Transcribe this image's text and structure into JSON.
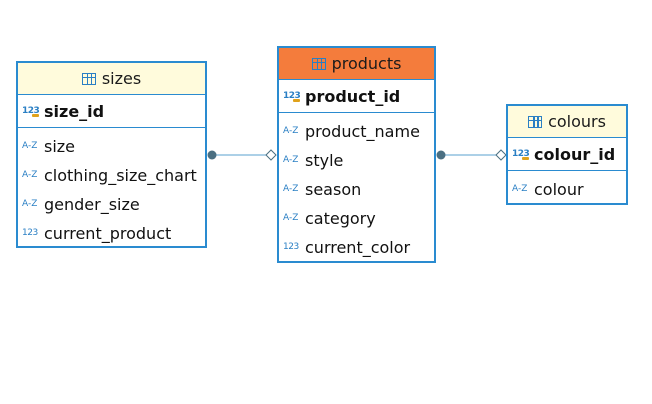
{
  "tables": {
    "sizes": {
      "title": "sizes",
      "pk": {
        "name": "size_id",
        "type_icon": "123"
      },
      "columns": [
        {
          "name": "size",
          "type_icon": "A-Z"
        },
        {
          "name": "clothing_size_chart",
          "type_icon": "A-Z"
        },
        {
          "name": "gender_size",
          "type_icon": "A-Z"
        },
        {
          "name": "current_product",
          "type_icon": "123"
        }
      ]
    },
    "products": {
      "title": "products",
      "pk": {
        "name": "product_id",
        "type_icon": "123"
      },
      "columns": [
        {
          "name": "product_name",
          "type_icon": "A-Z"
        },
        {
          "name": "style",
          "type_icon": "A-Z"
        },
        {
          "name": "season",
          "type_icon": "A-Z"
        },
        {
          "name": "category",
          "type_icon": "A-Z"
        },
        {
          "name": "current_color",
          "type_icon": "123"
        }
      ]
    },
    "colours": {
      "title": "colours",
      "pk": {
        "name": "colour_id",
        "type_icon": "123"
      },
      "columns": [
        {
          "name": "colour",
          "type_icon": "A-Z"
        }
      ]
    }
  },
  "colors": {
    "border": "#2a8bd0",
    "header_light": "#fffbdc",
    "header_selected": "#f47c3c",
    "link": "#5aa0cf"
  }
}
